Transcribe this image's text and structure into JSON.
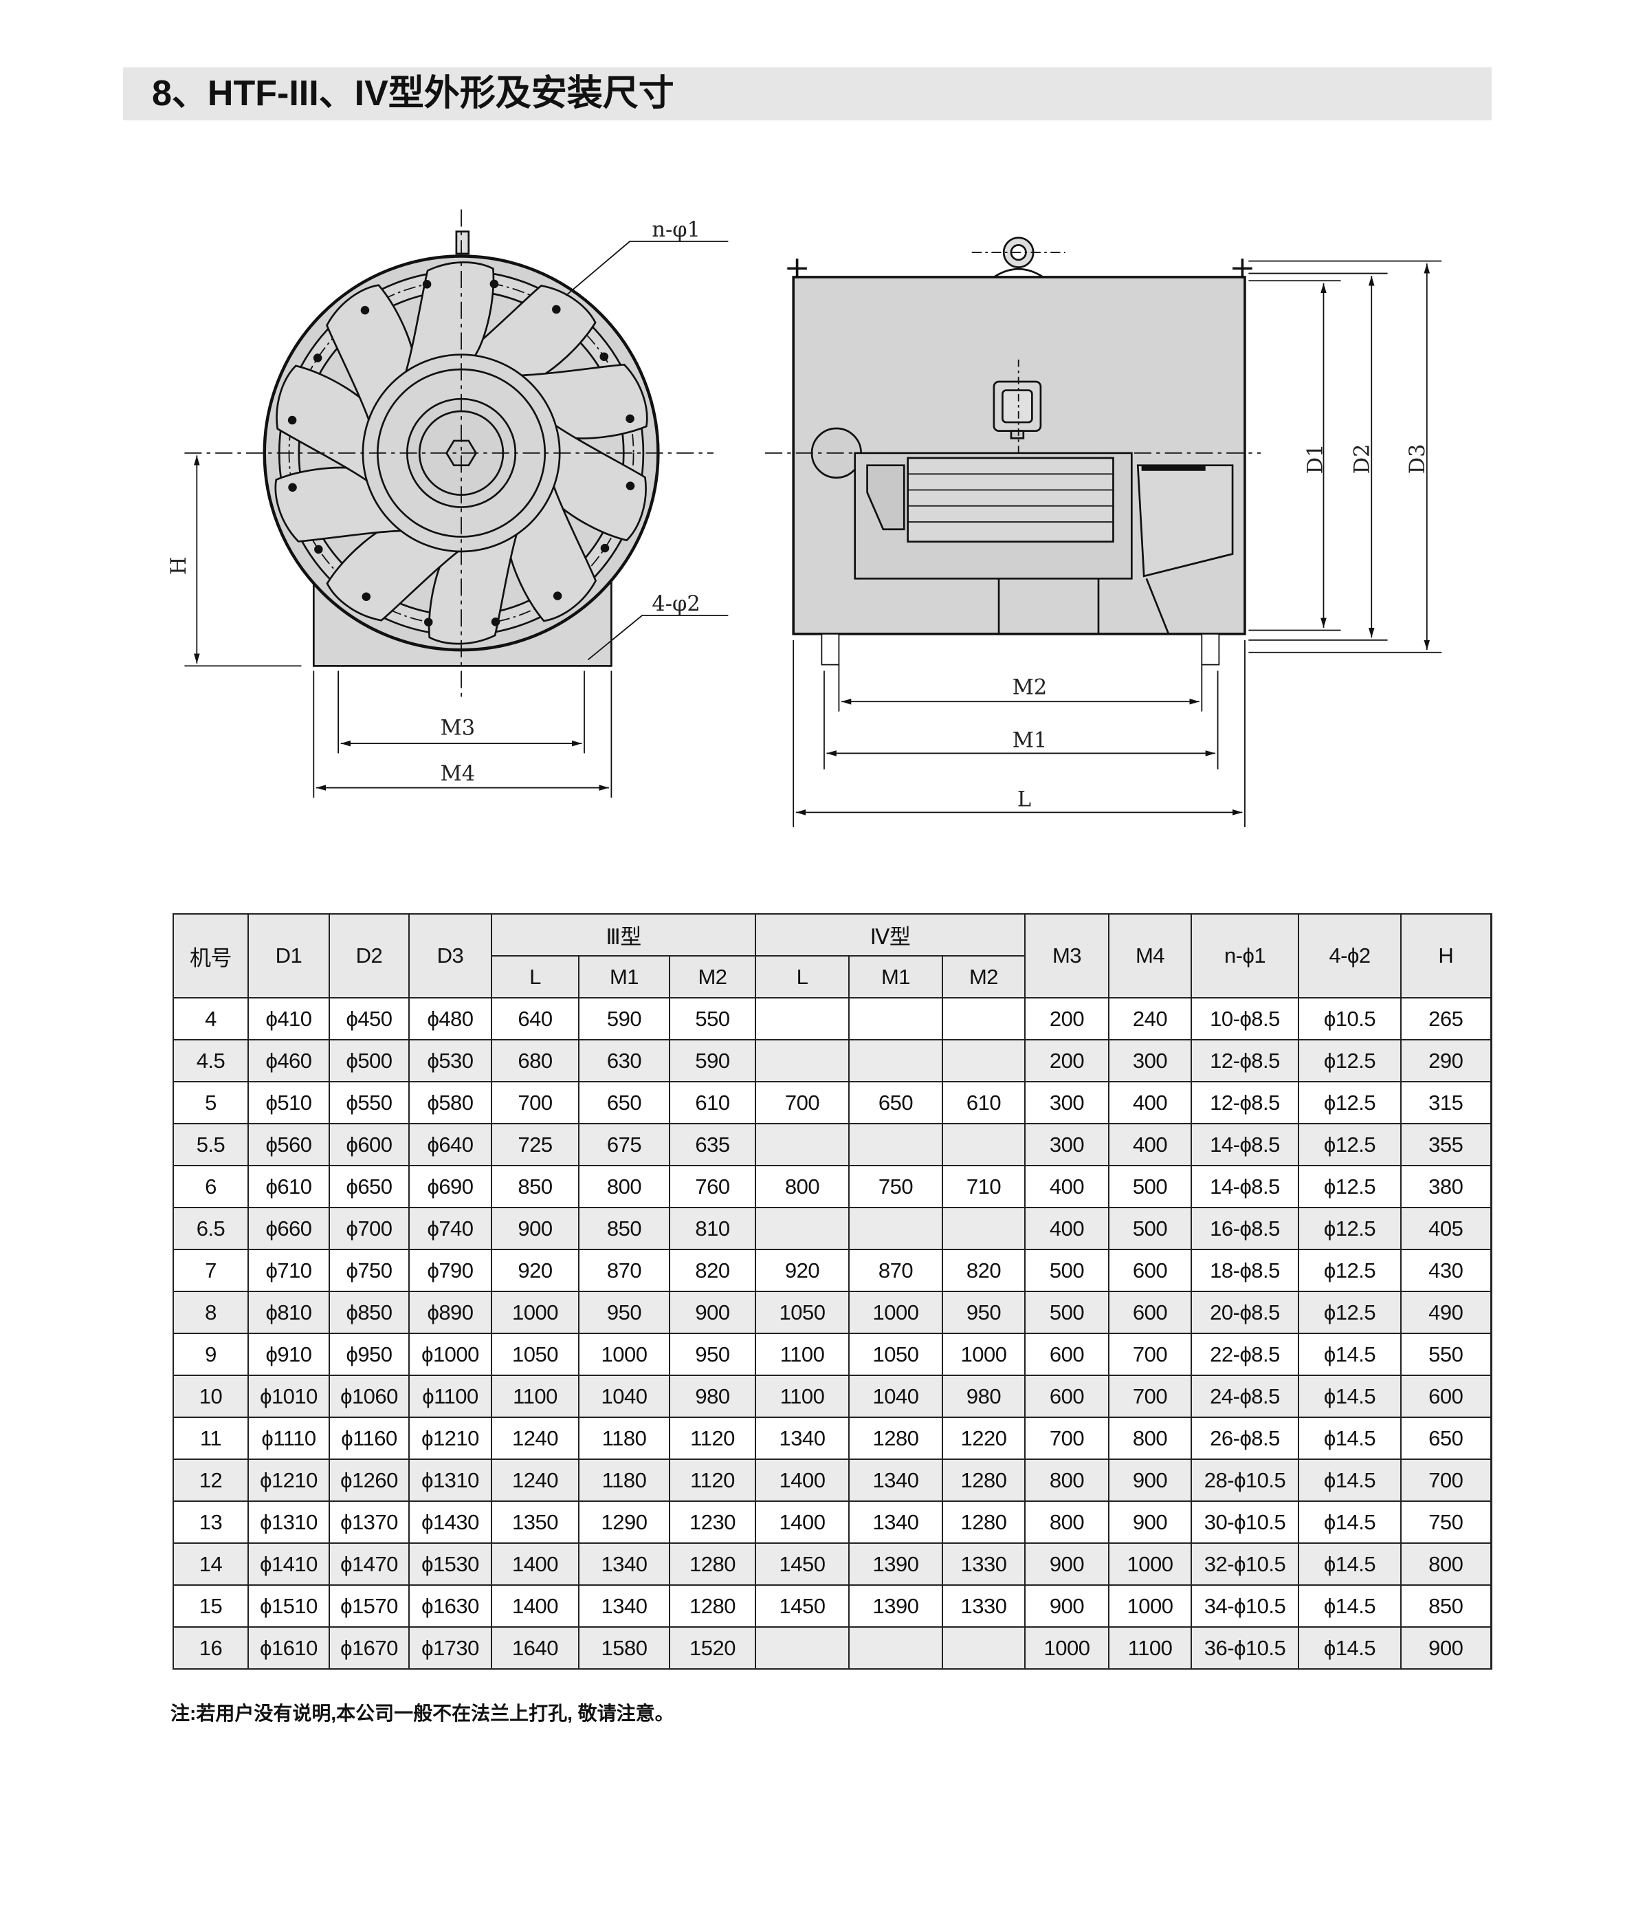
{
  "title": "8、HTF-III、IV型外形及安装尺寸",
  "drawing_labels": {
    "n_phi1": "n-φ1",
    "four_phi2": "4-φ2",
    "H": "H",
    "M3": "M3",
    "M4": "M4",
    "M2": "M2",
    "M1": "M1",
    "L": "L",
    "D1": "D1",
    "D2": "D2",
    "D3": "D3"
  },
  "table": {
    "headers": {
      "no": "机号",
      "d1": "D1",
      "d2": "D2",
      "d3": "D3",
      "type3": "Ⅲ型",
      "type4": "Ⅳ型",
      "l": "L",
      "m1": "M1",
      "m2": "M2",
      "m3": "M3",
      "m4": "M4",
      "n_phi1": "n-ϕ1",
      "four_phi2": "4-ϕ2",
      "h": "H"
    },
    "rows": [
      [
        "4",
        "ϕ410",
        "ϕ450",
        "ϕ480",
        "640",
        "590",
        "550",
        "",
        "",
        "",
        "200",
        "240",
        "10-ϕ8.5",
        "ϕ10.5",
        "265"
      ],
      [
        "4.5",
        "ϕ460",
        "ϕ500",
        "ϕ530",
        "680",
        "630",
        "590",
        "",
        "",
        "",
        "200",
        "300",
        "12-ϕ8.5",
        "ϕ12.5",
        "290"
      ],
      [
        "5",
        "ϕ510",
        "ϕ550",
        "ϕ580",
        "700",
        "650",
        "610",
        "700",
        "650",
        "610",
        "300",
        "400",
        "12-ϕ8.5",
        "ϕ12.5",
        "315"
      ],
      [
        "5.5",
        "ϕ560",
        "ϕ600",
        "ϕ640",
        "725",
        "675",
        "635",
        "",
        "",
        "",
        "300",
        "400",
        "14-ϕ8.5",
        "ϕ12.5",
        "355"
      ],
      [
        "6",
        "ϕ610",
        "ϕ650",
        "ϕ690",
        "850",
        "800",
        "760",
        "800",
        "750",
        "710",
        "400",
        "500",
        "14-ϕ8.5",
        "ϕ12.5",
        "380"
      ],
      [
        "6.5",
        "ϕ660",
        "ϕ700",
        "ϕ740",
        "900",
        "850",
        "810",
        "",
        "",
        "",
        "400",
        "500",
        "16-ϕ8.5",
        "ϕ12.5",
        "405"
      ],
      [
        "7",
        "ϕ710",
        "ϕ750",
        "ϕ790",
        "920",
        "870",
        "820",
        "920",
        "870",
        "820",
        "500",
        "600",
        "18-ϕ8.5",
        "ϕ12.5",
        "430"
      ],
      [
        "8",
        "ϕ810",
        "ϕ850",
        "ϕ890",
        "1000",
        "950",
        "900",
        "1050",
        "1000",
        "950",
        "500",
        "600",
        "20-ϕ8.5",
        "ϕ12.5",
        "490"
      ],
      [
        "9",
        "ϕ910",
        "ϕ950",
        "ϕ1000",
        "1050",
        "1000",
        "950",
        "1100",
        "1050",
        "1000",
        "600",
        "700",
        "22-ϕ8.5",
        "ϕ14.5",
        "550"
      ],
      [
        "10",
        "ϕ1010",
        "ϕ1060",
        "ϕ1100",
        "1100",
        "1040",
        "980",
        "1100",
        "1040",
        "980",
        "600",
        "700",
        "24-ϕ8.5",
        "ϕ14.5",
        "600"
      ],
      [
        "11",
        "ϕ1110",
        "ϕ1160",
        "ϕ1210",
        "1240",
        "1180",
        "1120",
        "1340",
        "1280",
        "1220",
        "700",
        "800",
        "26-ϕ8.5",
        "ϕ14.5",
        "650"
      ],
      [
        "12",
        "ϕ1210",
        "ϕ1260",
        "ϕ1310",
        "1240",
        "1180",
        "1120",
        "1400",
        "1340",
        "1280",
        "800",
        "900",
        "28-ϕ10.5",
        "ϕ14.5",
        "700"
      ],
      [
        "13",
        "ϕ1310",
        "ϕ1370",
        "ϕ1430",
        "1350",
        "1290",
        "1230",
        "1400",
        "1340",
        "1280",
        "800",
        "900",
        "30-ϕ10.5",
        "ϕ14.5",
        "750"
      ],
      [
        "14",
        "ϕ1410",
        "ϕ1470",
        "ϕ1530",
        "1400",
        "1340",
        "1280",
        "1450",
        "1390",
        "1330",
        "900",
        "1000",
        "32-ϕ10.5",
        "ϕ14.5",
        "800"
      ],
      [
        "15",
        "ϕ1510",
        "ϕ1570",
        "ϕ1630",
        "1400",
        "1340",
        "1280",
        "1450",
        "1390",
        "1330",
        "900",
        "1000",
        "34-ϕ10.5",
        "ϕ14.5",
        "850"
      ],
      [
        "16",
        "ϕ1610",
        "ϕ1670",
        "ϕ1730",
        "1640",
        "1580",
        "1520",
        "",
        "",
        "",
        "1000",
        "1100",
        "36-ϕ10.5",
        "ϕ14.5",
        "900"
      ]
    ]
  },
  "note": "注:若用户没有说明,本公司一般不在法兰上打孔, 敬请注意。"
}
